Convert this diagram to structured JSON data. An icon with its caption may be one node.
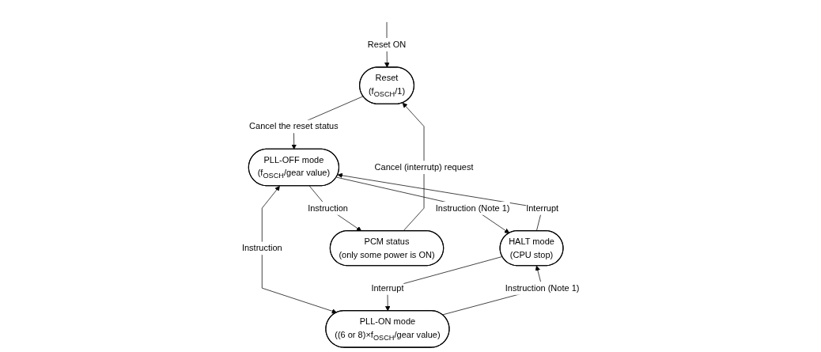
{
  "diagram": {
    "nodes": [
      {
        "text": [
          "Reset",
          "(f$_{OSCH}$/1)"
        ]
      },
      {
        "text": [
          "PLL-OFF mode",
          "(f$_{OSCH}$/gear value)"
        ]
      },
      {
        "text": [
          "HALT mode",
          "(CPU stop)"
        ]
      },
      {
        "text": [
          "PCM status",
          "(only some power is ON)"
        ]
      },
      {
        "text": [
          "PLL-ON mode",
          "((6 or 8)×f$_{OSCH}$/gear value)"
        ]
      }
    ],
    "edges": [
      {
        "from": null,
        "to": 0,
        "arrow": "to",
        "label": "Reset ON"
      },
      {
        "from": 0,
        "to": 1,
        "arrow": "to",
        "label": "Cancel the reset status"
      },
      {
        "from": 1,
        "to": 2,
        "arrow": "to",
        "label": "Instruction (Note 1)"
      },
      {
        "from": 2,
        "to": 1,
        "arrow": "to",
        "label": "Interrupt"
      },
      {
        "from": 1,
        "to": 3,
        "arrow": "to",
        "label": "Instruction"
      },
      {
        "from": 3,
        "to": 0,
        "arrow": "to",
        "label": "Cancel (interrutp) request"
      },
      {
        "from": 1,
        "to": 4,
        "arrow": "both",
        "label": "Instruction"
      },
      {
        "from": 4,
        "to": 2,
        "arrow": "to",
        "label": "Instruction (Note 1)"
      },
      {
        "from": 2,
        "to": 4,
        "arrow": "to",
        "label": "Interrupt"
      }
    ]
  }
}
